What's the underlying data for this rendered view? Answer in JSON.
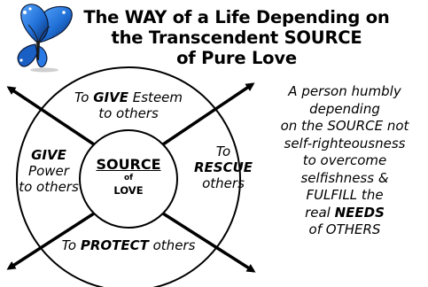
{
  "title": {
    "line1": "The WAY of a Life Depending on",
    "line2": "the Transcendent SOURCE",
    "line3": "of Pure Love"
  },
  "center": {
    "line1": "SOURCE",
    "line2": "of",
    "line3": "LOVE"
  },
  "segments": {
    "top": {
      "prefix": "To ",
      "emph": "GIVE",
      "suffix": " Esteem",
      "line2": "to others"
    },
    "left": {
      "emph": "GIVE",
      "line2": "Power",
      "line3": "to others"
    },
    "right": {
      "line1": "To",
      "emph": "RESCUE",
      "line3": "others"
    },
    "bottom": {
      "prefix": "To ",
      "emph": "PROTECT",
      "suffix": " others"
    }
  },
  "side_text": {
    "lines": [
      "A person humbly",
      "depending",
      "on the SOURCE not",
      "self-righteousness",
      "to overcome",
      "selfishness &",
      "FULFILL the",
      "real ",
      "of OTHERS"
    ],
    "emph": "NEEDS"
  },
  "colors": {
    "butterfly_blue": "#1f6fd6",
    "butterfly_dark": "#0b2a66",
    "line": "#000000"
  }
}
